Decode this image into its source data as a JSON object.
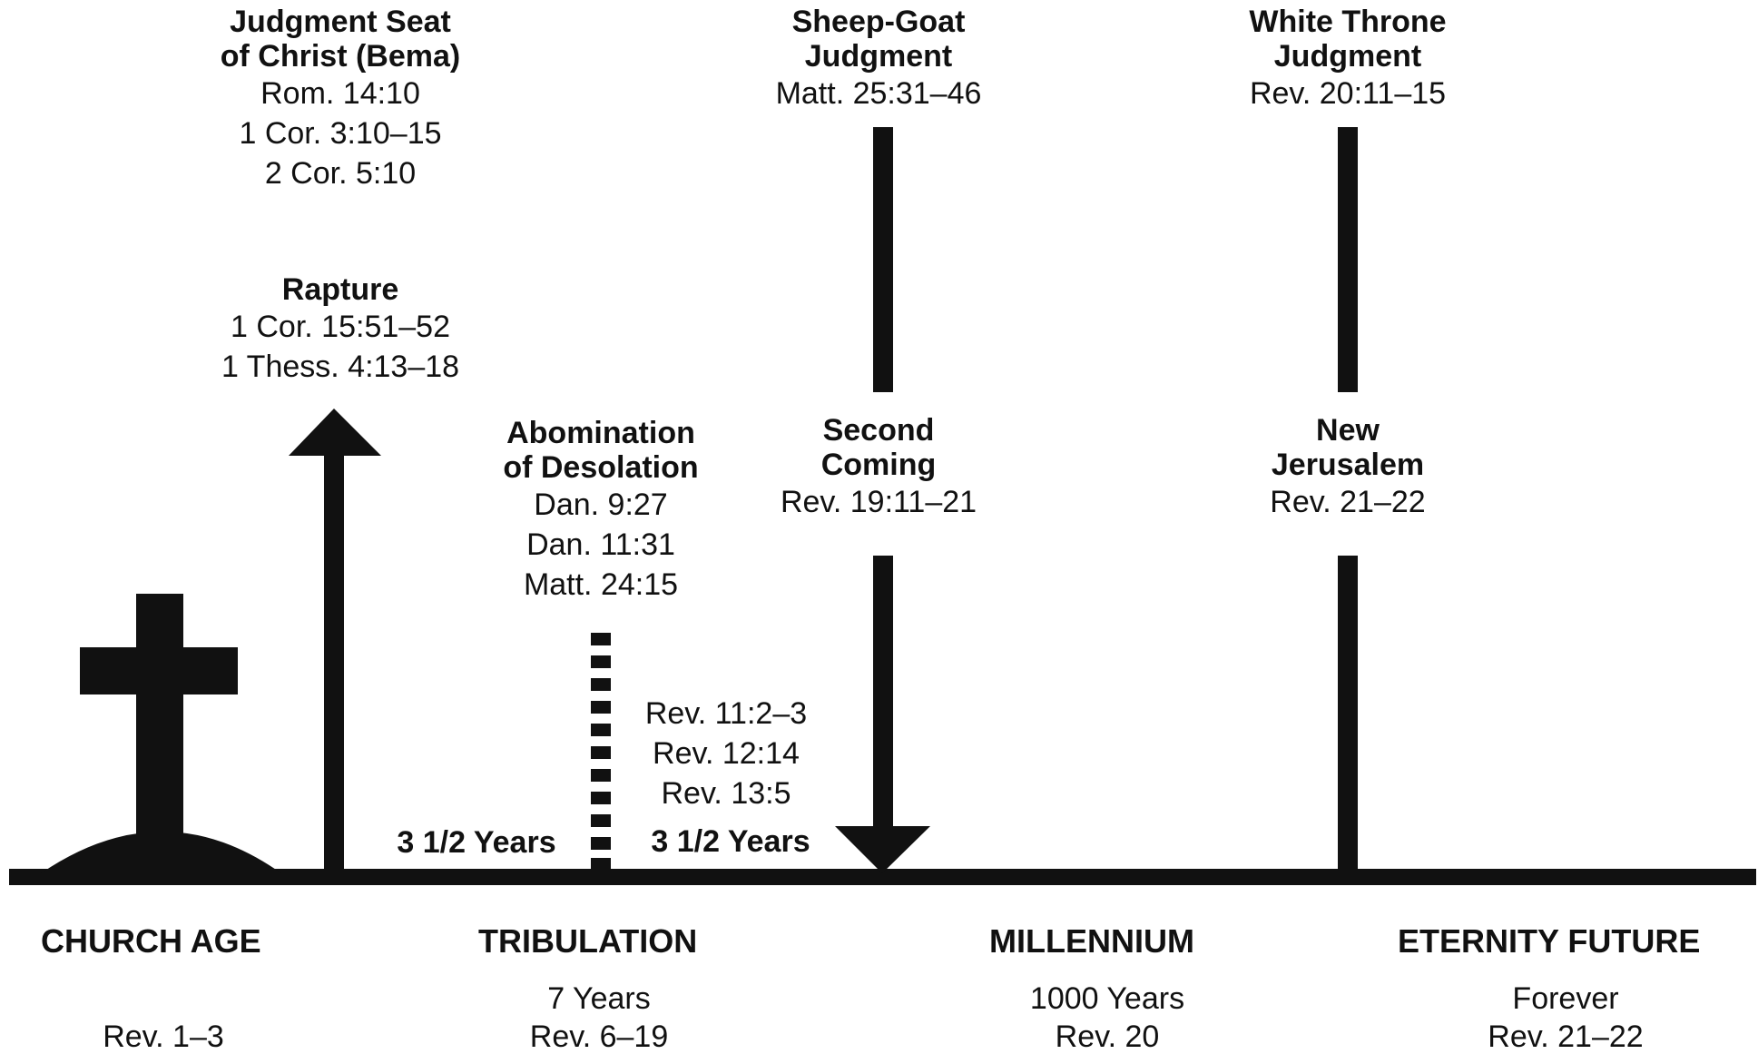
{
  "events": {
    "bema": {
      "title1": "Judgment Seat",
      "title2": "of Christ (Bema)",
      "ref1": "Rom. 14:10",
      "ref2": "1 Cor. 3:10–15",
      "ref3": "2 Cor. 5:10"
    },
    "rapture": {
      "title": "Rapture",
      "ref1": "1 Cor. 15:51–52",
      "ref2": "1 Thess. 4:13–18"
    },
    "abomination": {
      "title1": "Abomination",
      "title2": "of Desolation",
      "ref1": "Dan. 9:27",
      "ref2": "Dan. 11:31",
      "ref3": "Matt. 24:15"
    },
    "sheep_goat": {
      "title1": "Sheep-Goat",
      "title2": "Judgment",
      "ref1": "Matt. 25:31–46"
    },
    "second_coming": {
      "title1": "Second",
      "title2": "Coming",
      "ref1": "Rev. 19:11–21"
    },
    "white_throne": {
      "title1": "White Throne",
      "title2": "Judgment",
      "ref1": "Rev. 20:11–15"
    },
    "new_jerusalem": {
      "title1": "New",
      "title2": "Jerusalem",
      "ref1": "Rev. 21–22"
    },
    "half_tribulation": {
      "ref1": "Rev. 11:2–3",
      "ref2": "Rev. 12:14",
      "ref3": "Rev. 13:5",
      "left_label": "3 1/2 Years",
      "right_label": "3 1/2 Years"
    }
  },
  "eras": {
    "church_age": {
      "name": "CHURCH AGE",
      "ref": "Rev. 1–3"
    },
    "tribulation": {
      "name": "TRIBULATION",
      "duration": "7 Years",
      "ref": "Rev. 6–19"
    },
    "millennium": {
      "name": "MILLENNIUM",
      "duration": "1000 Years",
      "ref": "Rev. 20"
    },
    "eternity_future": {
      "name": "ETERNITY FUTURE",
      "duration": "Forever",
      "ref": "Rev. 21–22"
    }
  },
  "colors": {
    "ink": "#111111",
    "background": "#ffffff"
  }
}
